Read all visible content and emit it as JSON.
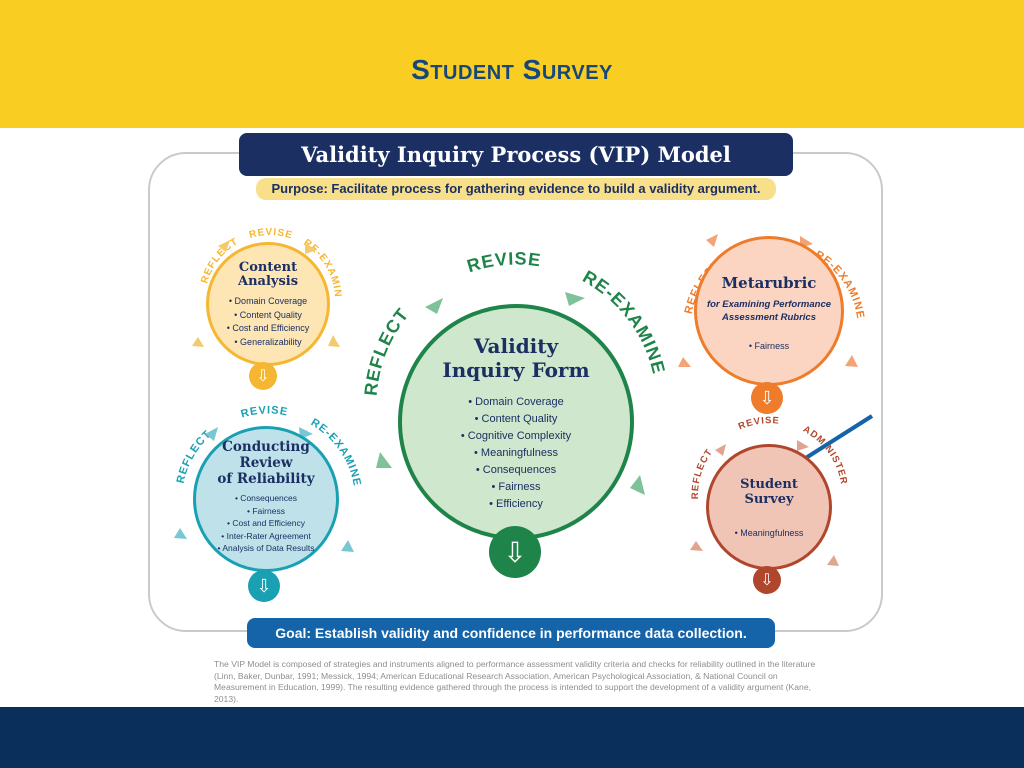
{
  "slide": {
    "title": "Student Survey"
  },
  "model": {
    "title": "Validity Inquiry Process (VIP) Model",
    "purpose": "Purpose: Facilitate process for gathering evidence to build a validity argument.",
    "goal": "Goal: Establish validity and confidence in performance data collection.",
    "footnote": "The VIP Model is composed of strategies and instruments aligned to performance assessment validity criteria and checks for reliability outlined in the literature (Linn, Baker, Dunbar, 1991; Messick, 1994; American Educational Research Association, American Psychological Association, & National Council on Measurement in Education, 1999). The resulting evidence gathered through the process is intended to support the development of a validity argument (Kane, 2013)."
  },
  "cycle_labels": {
    "revise": "REVISE",
    "reflect": "REFLECT",
    "reexamine": "RE-EXAMINE",
    "administer": "ADMINISTER"
  },
  "nodes": {
    "content_analysis": {
      "title_line1": "Content",
      "title_line2": "Analysis",
      "items": [
        "• Domain Coverage",
        "• Content Quality",
        "• Cost and Efficiency",
        "• Generalizability"
      ]
    },
    "validity_form": {
      "title_line1": "Validity",
      "title_line2": "Inquiry Form",
      "items": [
        "• Domain Coverage",
        "• Content Quality",
        "• Cognitive Complexity",
        "• Meaningfulness",
        "• Consequences",
        "• Fairness",
        "• Efficiency"
      ]
    },
    "metarubric": {
      "title": "Metarubric",
      "subtitle_line1": "for Examining Performance",
      "subtitle_line2": "Assessment Rubrics",
      "items": [
        "• Fairness"
      ]
    },
    "reliability": {
      "title_line1": "Conducting",
      "title_line2": "Review",
      "title_line3": "of Reliability",
      "items": [
        "• Consequences",
        "• Fairness",
        "• Cost and Efficiency",
        "• Inter-Rater Agreement",
        "• Analysis of Data Results"
      ]
    },
    "student_survey": {
      "title_line1": "Student",
      "title_line2": "Survey",
      "items": [
        "• Meaningfulness"
      ]
    }
  },
  "colors": {
    "yellow": "#f9cd22",
    "navy": "#1b2f63",
    "content_fill": "#fde5b4",
    "content_ring": "#f5b731",
    "form_fill": "#cfe7cc",
    "form_ring": "#1e8449",
    "metarubric_fill": "#fbd5c1",
    "metarubric_ring": "#ee7c2b",
    "reliability_fill": "#bfe2ea",
    "reliability_ring": "#1aa0b3",
    "survey_fill": "#f0c5b5",
    "survey_ring": "#b0472c",
    "pointer": "#1563a8"
  },
  "icons": {
    "cycle_arrow": "curved-arrow-icon",
    "down_arrow": "down-arrow-icon",
    "pointer": "pointer-arrow-icon"
  }
}
